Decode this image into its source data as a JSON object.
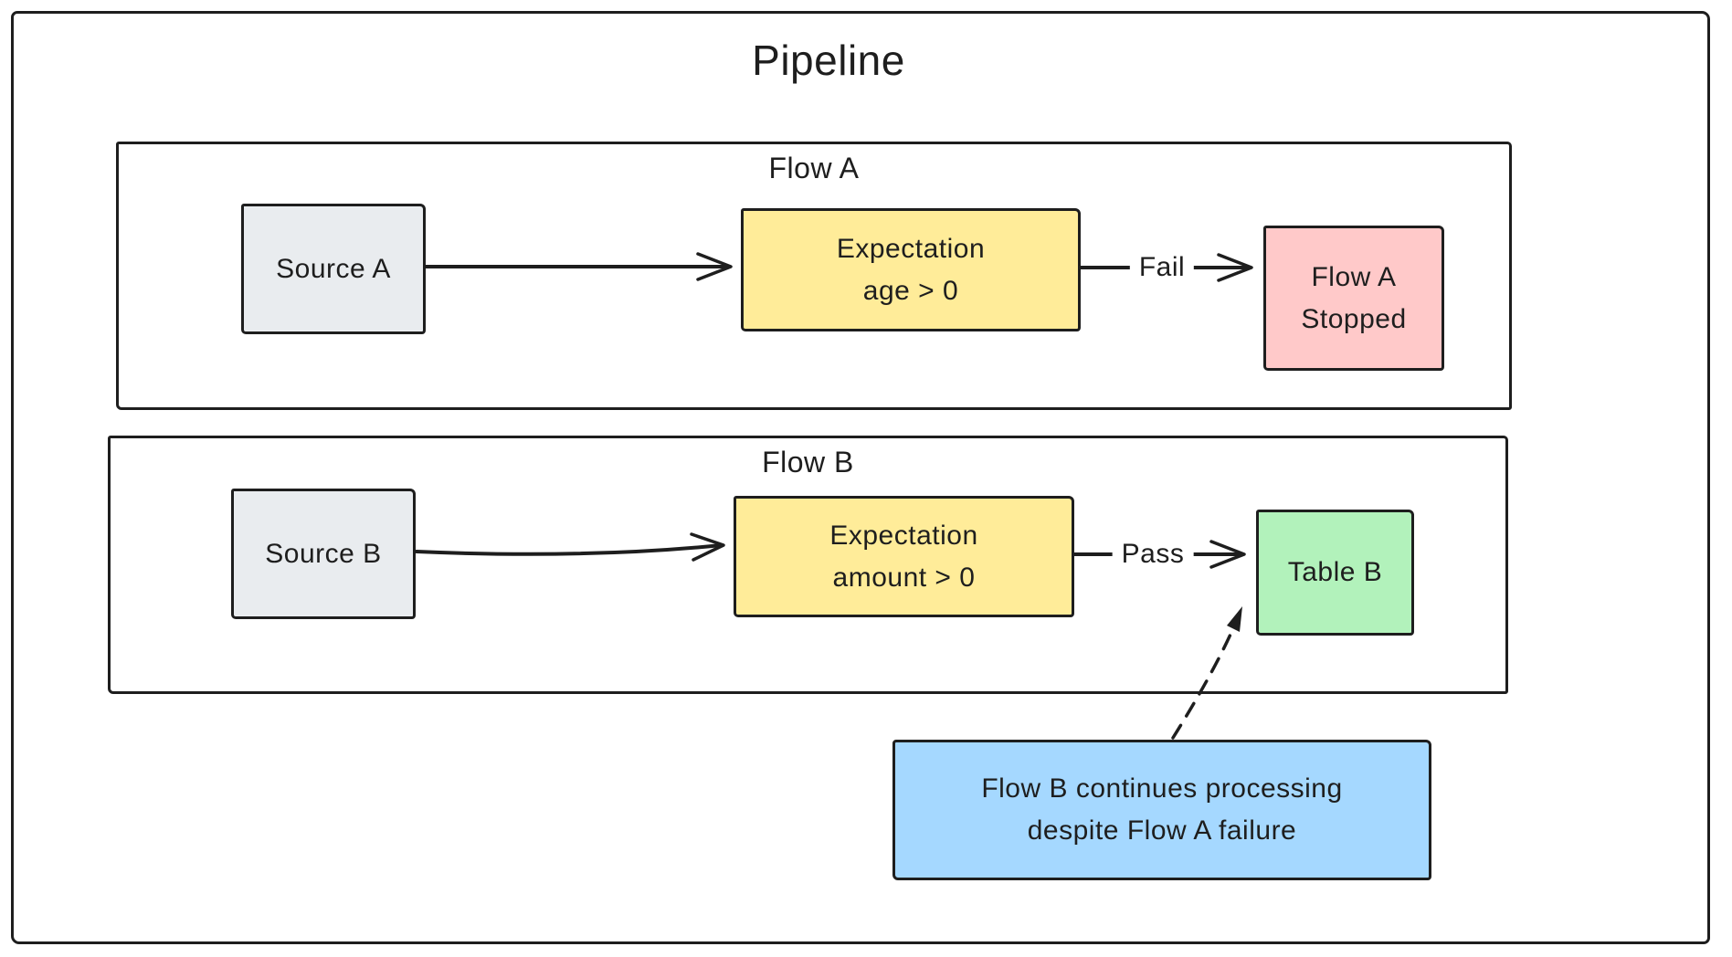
{
  "title": "Pipeline",
  "flow_a": {
    "label": "Flow A",
    "source": "Source A",
    "expectation": {
      "line1": "Expectation",
      "line2": "age > 0"
    },
    "edge_label": "Fail",
    "result": {
      "line1": "Flow A",
      "line2": "Stopped"
    }
  },
  "flow_b": {
    "label": "Flow B",
    "source": "Source B",
    "expectation": {
      "line1": "Expectation",
      "line2": "amount > 0"
    },
    "edge_label": "Pass",
    "result": {
      "line1": "Table B"
    }
  },
  "note": {
    "line1": "Flow B continues processing",
    "line2": "despite Flow A failure"
  },
  "colors": {
    "stroke": "#1e1e1e",
    "canvas": "#ffffff",
    "source_fill": "#e9ecef",
    "expectation_fill": "#ffec99",
    "fail_fill": "#ffc9c9",
    "pass_fill": "#b2f2bb",
    "note_fill": "#a5d8ff"
  }
}
